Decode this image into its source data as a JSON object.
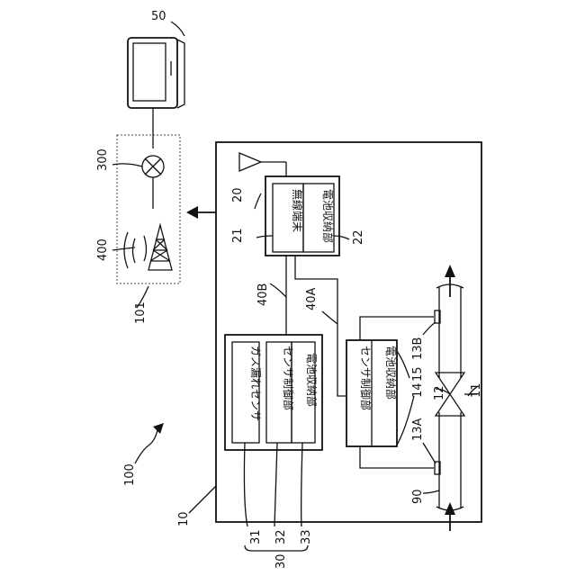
{
  "labels": {
    "system": "100",
    "main_box": "10",
    "gas_pipe": "90",
    "valve": "11",
    "valve_body": "12",
    "port_a": "13A",
    "port_b": "13B",
    "hole_14": "14",
    "hole_15": "15",
    "wireless_unit": "20",
    "wireless_terminal": "21",
    "battery_wireless": "22",
    "sensor_unit_group": "30",
    "gas_leak_sensor_ref": "31",
    "sensor_control_ref": "32",
    "battery_sensor_ref": "33",
    "line_a": "40A",
    "line_b": "40B",
    "display": "50",
    "network": "101",
    "switch_node": "300",
    "base_station": "400"
  },
  "texts": {
    "wireless_terminal": "無線端末",
    "battery_storage": "電池収納部",
    "gas_leak_sensor": "ガス漏れセンサ",
    "sensor_control": "センサ制御部"
  }
}
